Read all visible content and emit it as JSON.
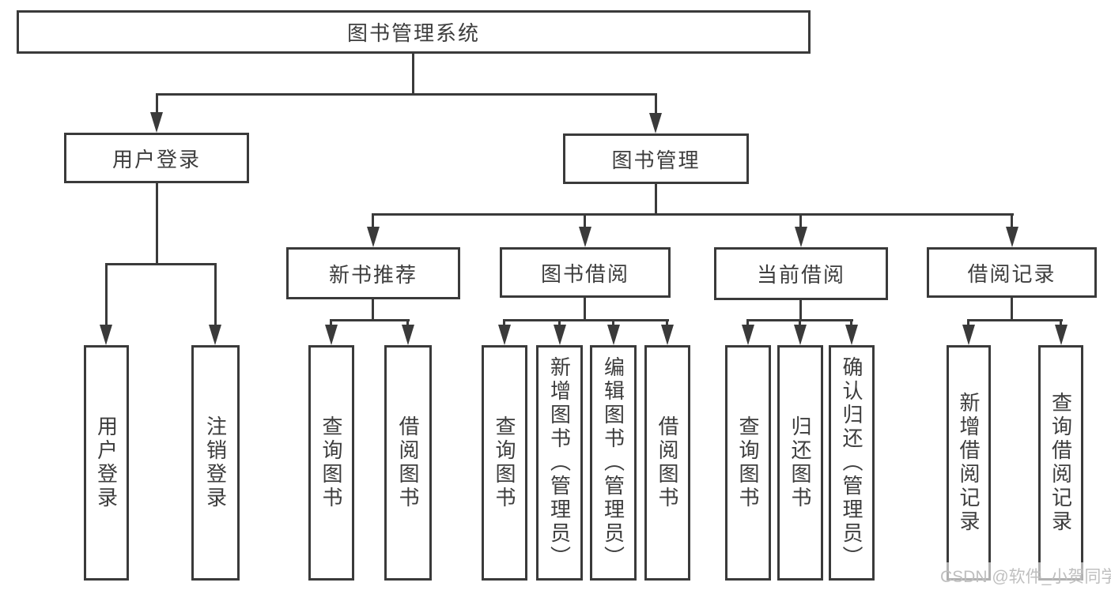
{
  "tree": {
    "label": "图书管理系统",
    "children": [
      {
        "label": "用户登录",
        "children": [
          {
            "label": "用户登录"
          },
          {
            "label": "注销登录"
          }
        ]
      },
      {
        "label": "图书管理",
        "children": [
          {
            "label": "新书推荐",
            "children": [
              {
                "label": "查询图书"
              },
              {
                "label": "借阅图书"
              }
            ]
          },
          {
            "label": "图书借阅",
            "children": [
              {
                "label": "查询图书"
              },
              {
                "label": "新增图书（管理员）"
              },
              {
                "label": "编辑图书（管理员）"
              },
              {
                "label": "借阅图书"
              }
            ]
          },
          {
            "label": "当前借阅",
            "children": [
              {
                "label": "查询图书"
              },
              {
                "label": "归还图书"
              },
              {
                "label": "确认归还（管理员）"
              }
            ]
          },
          {
            "label": "借阅记录",
            "children": [
              {
                "label": "新增借阅记录"
              },
              {
                "label": "查询借阅记录"
              }
            ]
          }
        ]
      }
    ]
  },
  "watermark": {
    "text": "CSDN @软件_小贺同学"
  },
  "colors": {
    "line": "#3a3a3a",
    "text": "#3d3d3d",
    "background": "#ffffff",
    "watermark_text": "#bfbfbf"
  }
}
